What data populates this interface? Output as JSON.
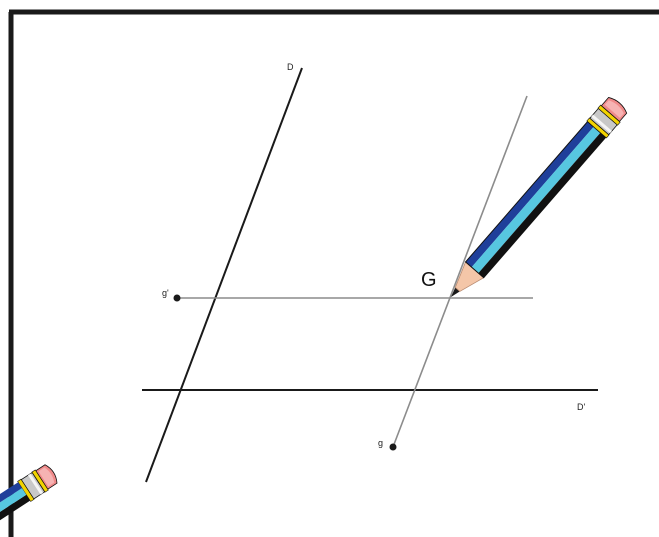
{
  "labels": {
    "D": "D",
    "D_prime": "D'",
    "g": "g",
    "g_prime": "g'",
    "G": "G"
  },
  "colors": {
    "frame": "#1a1a1a",
    "line_black": "#1a1a1a",
    "line_gray": "#8c8c8c",
    "pencil_body_dark": "#1f3f9a",
    "pencil_body_light": "#57c7e0",
    "pencil_ferrule": "#c8c8c8",
    "pencil_band": "#f2d300",
    "pencil_eraser": "#f08a8a",
    "pencil_wood": "#f4c6a8"
  },
  "icons": {
    "pencil_main": "pencil-icon",
    "pencil_corner": "pencil-icon"
  }
}
